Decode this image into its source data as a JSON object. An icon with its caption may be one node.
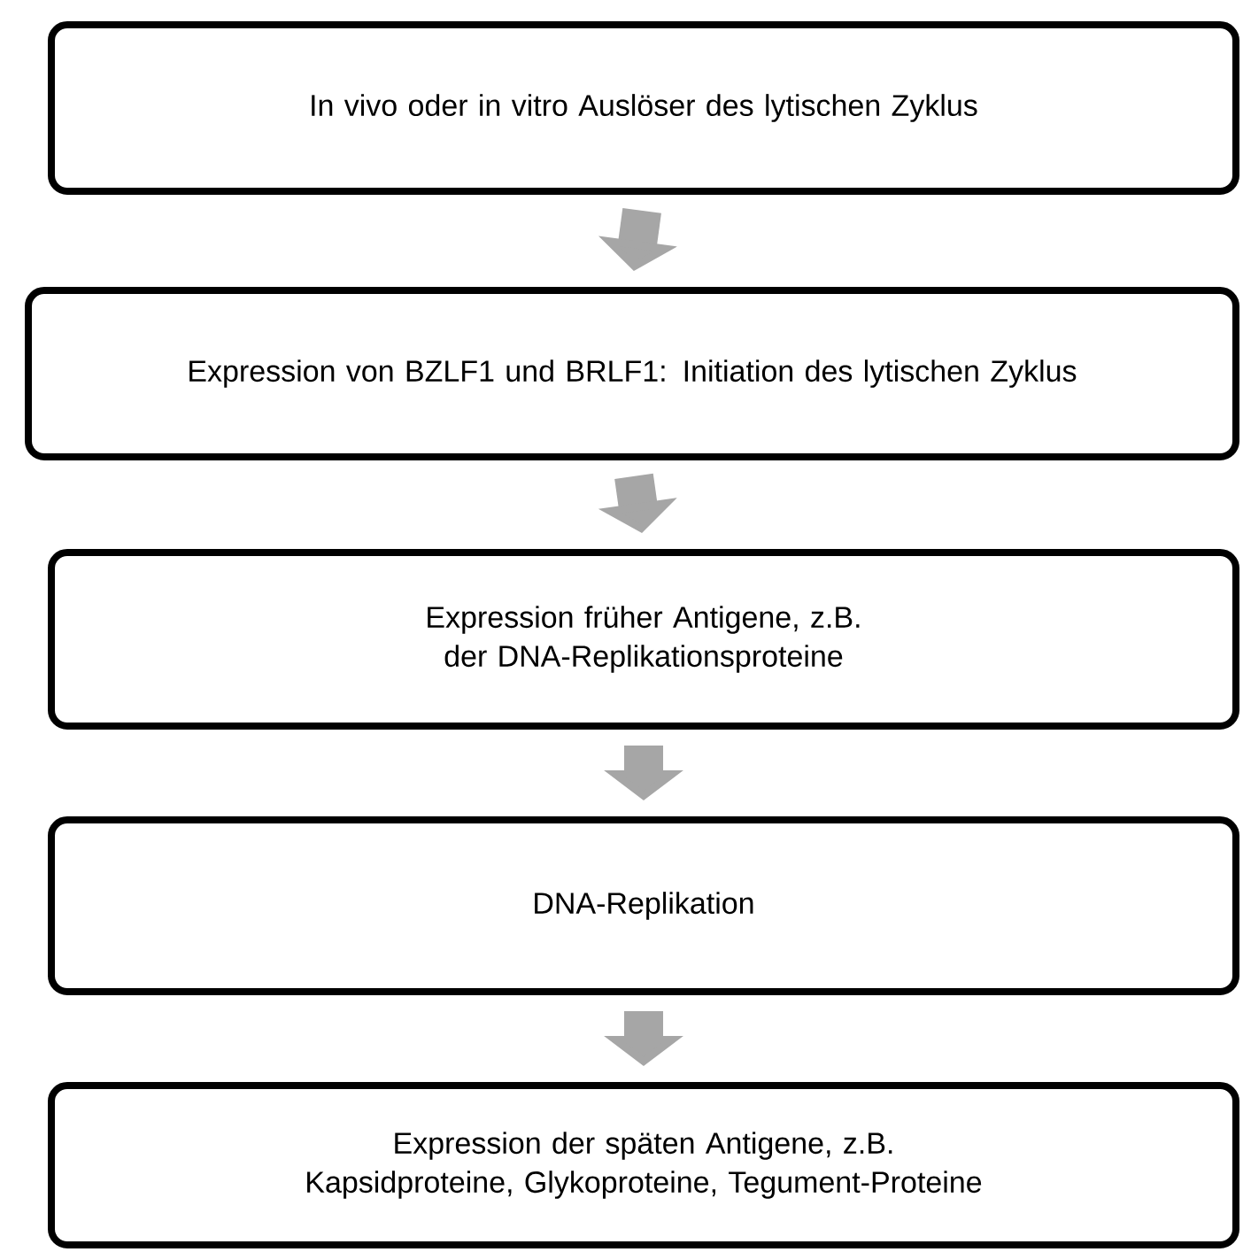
{
  "diagram": {
    "nodes": [
      {
        "text": [
          "In vivo oder in vitro Auslöser des lytischen Zyklus"
        ]
      },
      {
        "text": [
          "Expression von BZLF1 und BRLF1: Initiation des lytischen Zyklus"
        ]
      },
      {
        "text": [
          "Expression früher Antigene, z.B. der DNA-Replikationsproteine"
        ]
      },
      {
        "text": [
          "DNA-Replikation"
        ]
      },
      {
        "text": [
          "Expression der späten Antigene, z.B. Kapsidproteine, Glykoproteine, Tegument-Proteine"
        ]
      }
    ],
    "edges": [
      {
        "from": 0,
        "to": 1,
        "arrow": "to"
      },
      {
        "from": 1,
        "to": 2,
        "arrow": "to"
      },
      {
        "from": 2,
        "to": 3,
        "arrow": "to"
      },
      {
        "from": 3,
        "to": 4,
        "arrow": "to"
      }
    ]
  }
}
